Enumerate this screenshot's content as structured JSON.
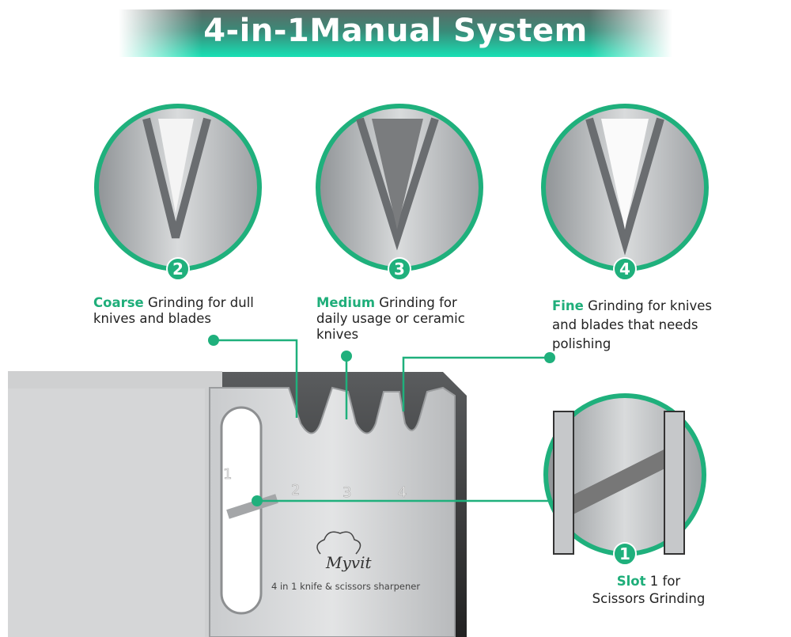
{
  "title": "4-in-1Manual System",
  "colors": {
    "accent": "#1fb07c",
    "title_gradient_top": "#5d6a66",
    "title_gradient_bottom": "#18e0b4"
  },
  "badges": [
    "2",
    "3",
    "4",
    "1"
  ],
  "slot_numbers": [
    "1",
    "2",
    "3",
    "4"
  ],
  "captions": {
    "coarse": {
      "keyword": "Coarse",
      "text1": " Grinding for dull",
      "text2": "knives and blades"
    },
    "medium": {
      "keyword": "Medium",
      "text1": " Grinding for",
      "text2": "daily usage or ceramic",
      "text3": "knives"
    },
    "fine": {
      "keyword": "Fine",
      "text1": " Grinding for knives",
      "text2": "and blades that needs",
      "text3": "polishing"
    },
    "slot": {
      "keyword": "Slot",
      "text1": " 1 for",
      "text2": "Scissors Grinding"
    }
  },
  "product": {
    "brand": "Myvit",
    "tagline": "4 in 1 knife & scissors sharpener"
  }
}
